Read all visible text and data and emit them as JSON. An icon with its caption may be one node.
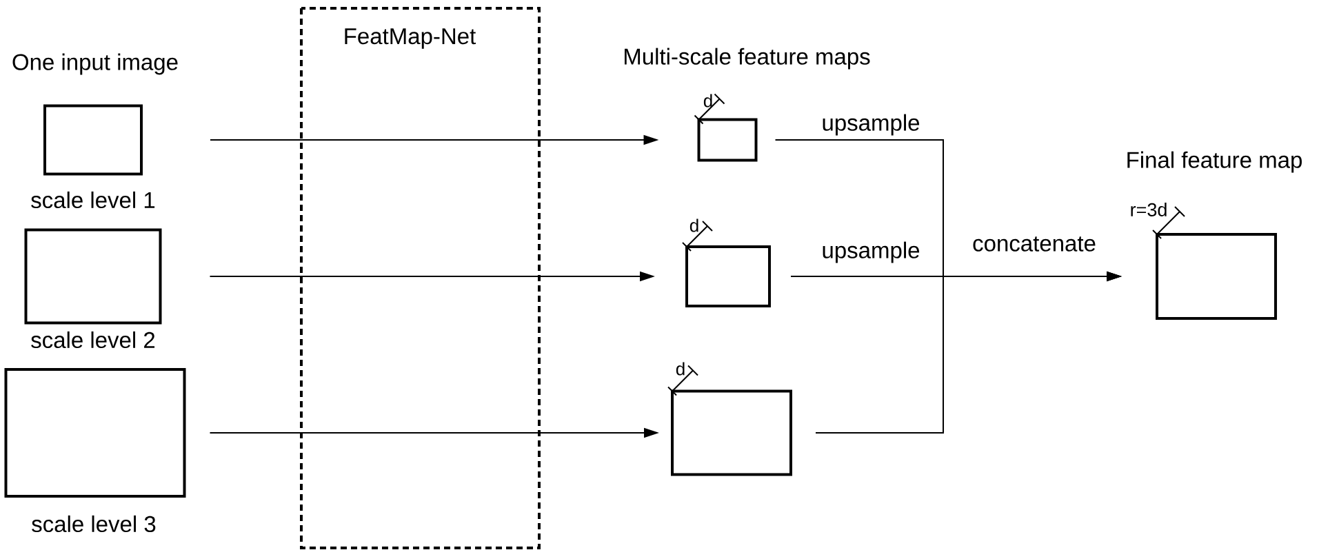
{
  "diagram": {
    "nodes": [
      {
        "text": [],
        "shape": "box",
        "beside": [
          "scale level 1"
        ]
      },
      {
        "text": [],
        "shape": "box",
        "beside": [
          "scale level 2"
        ]
      },
      {
        "text": [],
        "shape": "box",
        "beside": [
          "scale level 3"
        ]
      },
      {
        "text": [],
        "shape": "box",
        "beside": [
          "d"
        ]
      },
      {
        "text": [],
        "shape": "box",
        "beside": [
          "d"
        ]
      },
      {
        "text": [],
        "shape": "box",
        "beside": [
          "d"
        ]
      },
      {
        "text": [],
        "shape": "box",
        "beside": [
          "Final feature map",
          "r=3d"
        ]
      }
    ],
    "edges": [
      {
        "from": 0,
        "to": 3,
        "arrow": "to"
      },
      {
        "from": 1,
        "to": 4,
        "arrow": "to"
      },
      {
        "from": 2,
        "to": 5,
        "arrow": "to"
      },
      {
        "from": 3,
        "to": 6,
        "arrow": "to",
        "label": "upsample"
      },
      {
        "from": 4,
        "to": 6,
        "arrow": "to",
        "label": "upsample"
      },
      {
        "from": 5,
        "to": 6,
        "arrow": "to"
      }
    ],
    "labels": [
      "One input image",
      "FeatMap-Net",
      "Multi-scale feature maps",
      "concatenate"
    ]
  }
}
